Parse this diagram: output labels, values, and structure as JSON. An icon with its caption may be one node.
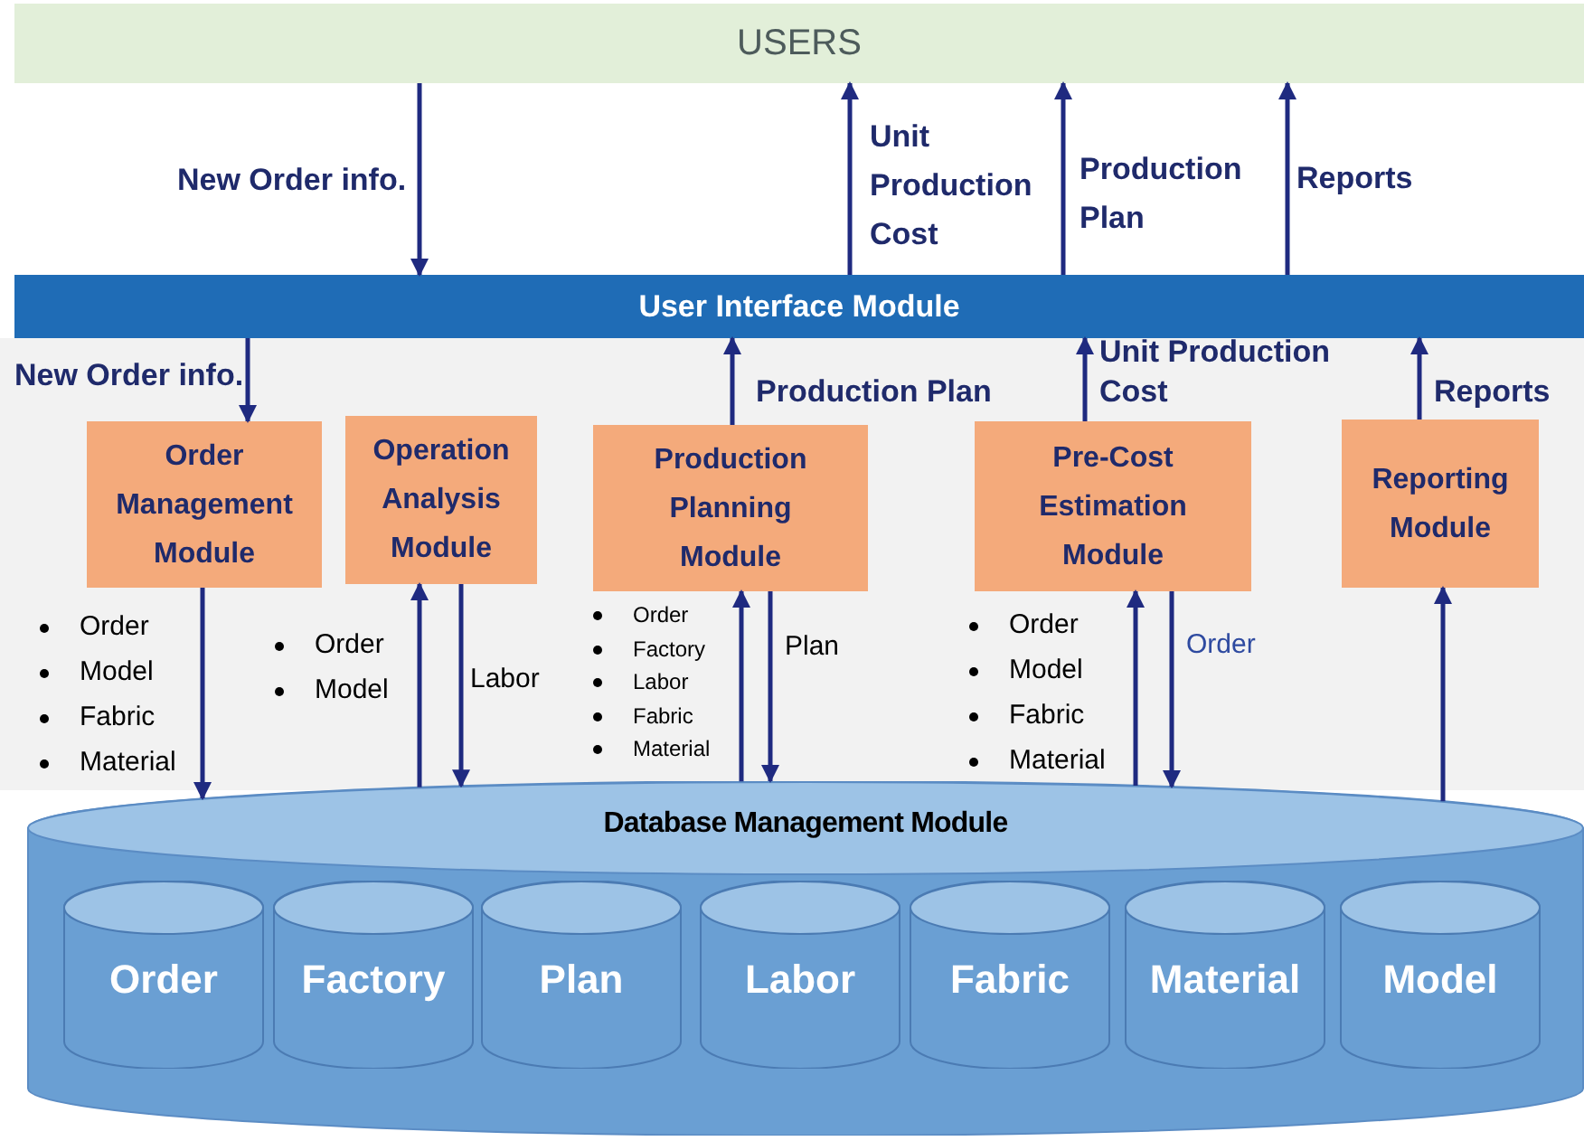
{
  "diagram": {
    "nodes": [
      {
        "text": [
          "USERS"
        ]
      },
      {
        "text": [
          "User Interface Module"
        ]
      },
      {
        "text": [
          "Order Management Module"
        ]
      },
      {
        "text": [
          "Operation Analysis Module"
        ]
      },
      {
        "text": [
          "Production Planning Module"
        ]
      },
      {
        "text": [
          "Pre-Cost Estimation Module"
        ]
      },
      {
        "text": [
          "Reporting Module"
        ]
      },
      {
        "text": [
          "Database Management Module"
        ]
      },
      {
        "text": [
          "Order"
        ],
        "in": 7
      },
      {
        "text": [
          "Factory"
        ],
        "in": 7
      },
      {
        "text": [
          "Plan"
        ],
        "in": 7
      },
      {
        "text": [
          "Labor"
        ],
        "in": 7
      },
      {
        "text": [
          "Fabric"
        ],
        "in": 7
      },
      {
        "text": [
          "Material"
        ],
        "in": 7
      },
      {
        "text": [
          "Model"
        ],
        "in": 7
      }
    ],
    "edges": [
      {
        "from": 0,
        "to": 1,
        "arrow": "to",
        "label": "New Order info."
      },
      {
        "from": 1,
        "to": 0,
        "arrow": "to",
        "label": "Unit Production Cost"
      },
      {
        "from": 1,
        "to": 0,
        "arrow": "to",
        "label": "Production Plan"
      },
      {
        "from": 1,
        "to": 0,
        "arrow": "to",
        "label": "Reports"
      },
      {
        "from": 1,
        "to": 2,
        "arrow": "to",
        "label": "New Order info."
      },
      {
        "from": 4,
        "to": 1,
        "arrow": "to",
        "label": "Production Plan"
      },
      {
        "from": 5,
        "to": 1,
        "arrow": "to",
        "label": "Unit Production Cost"
      },
      {
        "from": 6,
        "to": 1,
        "arrow": "to",
        "label": "Reports"
      },
      {
        "from": 2,
        "to": 7,
        "arrow": "to"
      },
      {
        "from": 7,
        "to": 3,
        "arrow": "to"
      },
      {
        "from": 3,
        "to": 7,
        "arrow": "to",
        "label": "Labor"
      },
      {
        "from": 7,
        "to": 4,
        "arrow": "to"
      },
      {
        "from": 4,
        "to": 7,
        "arrow": "to",
        "label": "Plan"
      },
      {
        "from": 7,
        "to": 5,
        "arrow": "to"
      },
      {
        "from": 5,
        "to": 7,
        "arrow": "to",
        "label": "Order"
      },
      {
        "from": 7,
        "to": 6,
        "arrow": "to"
      }
    ],
    "labels": [
      "Order",
      "Model",
      "Fabric",
      "Material",
      "Order",
      "Model",
      "Order",
      "Factory",
      "Labor",
      "Fabric",
      "Material",
      "Order",
      "Model",
      "Fabric",
      "Material"
    ]
  }
}
